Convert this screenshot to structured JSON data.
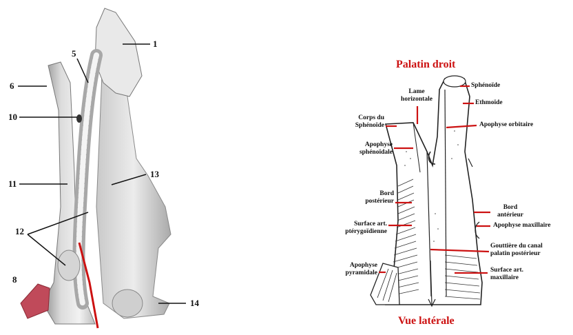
{
  "left_figure": {
    "numbers": [
      "1",
      "5",
      "6",
      "10",
      "11",
      "13",
      "12",
      "8",
      "14"
    ]
  },
  "right_figure": {
    "title": "Palatin  droit",
    "subtitle": "Vue latérale",
    "labels": {
      "sphenoide": "Sphénoïde",
      "ethmoide": "Ethmoïde",
      "lame_horizontale": [
        "Lame",
        "horizontale"
      ],
      "corps_sphenoide": [
        "Corps du",
        "Sphénoïde"
      ],
      "apophyse_orbitaire": "Apophyse  orbitaire",
      "apophyse_sphenoidale": [
        "Apophyse",
        "sphénoïdale"
      ],
      "bord_posterieur": [
        "Bord",
        "postérieur"
      ],
      "bord_anterieur": [
        "Bord",
        "antérieur"
      ],
      "apophyse_maxillaire": "Apophyse  maxillaire",
      "surface_pterygoidienne": [
        "Surface art.",
        "ptérygoïdienne"
      ],
      "gouttiere": [
        "Gouttière du canal",
        "palatin postérieur"
      ],
      "apophyse_pyramidale": [
        "Apophyse",
        "pyramidale"
      ],
      "surface_maxillaire": [
        "Surface art.",
        "maxillaire"
      ]
    }
  },
  "colors": {
    "leader_red": "#cc1111",
    "bone": "#e6e6e6",
    "bone_shadow": "#9a9a9a",
    "ink": "#111111"
  }
}
